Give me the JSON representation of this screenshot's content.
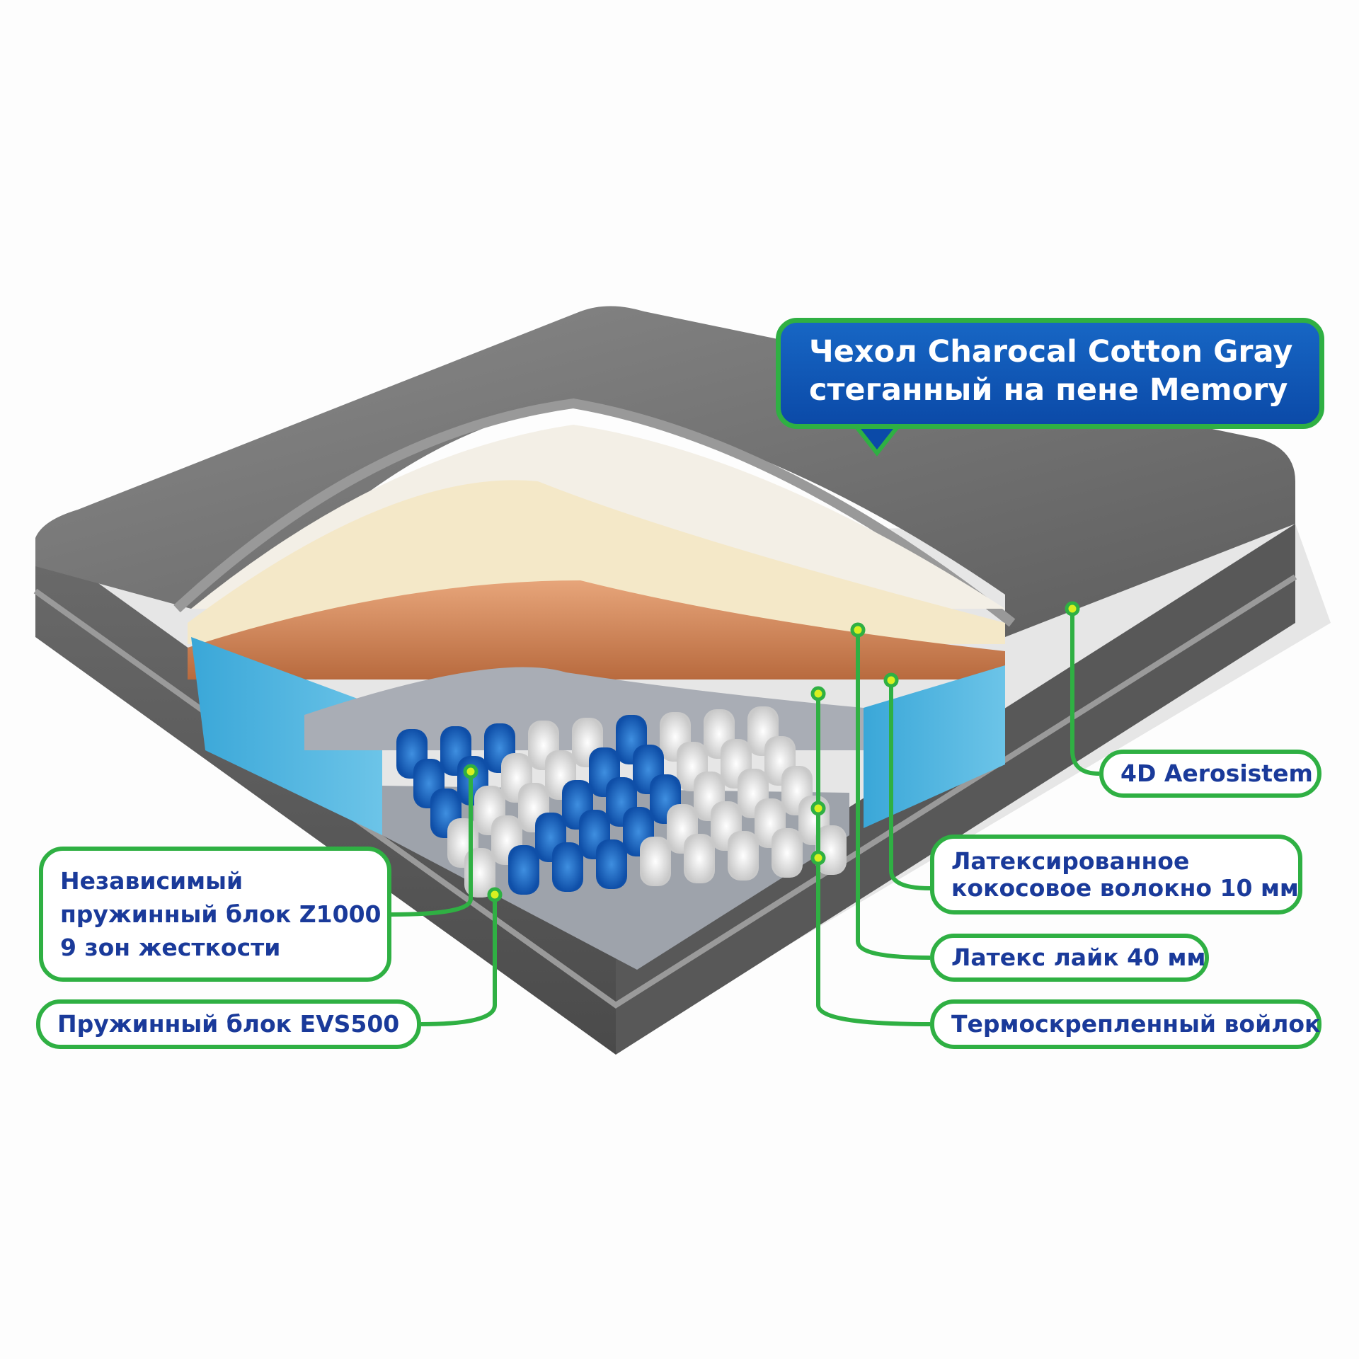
{
  "title_bubble": {
    "line1": "Чехол Charocal Cotton Gray",
    "line2": "стеганный на пене Memory"
  },
  "labels": {
    "aerosistem": "4D Aerosistem",
    "coconut": {
      "line1": "Латексированное",
      "line2": "кокосовое волокно 10 мм"
    },
    "latex": "Латекс лайк 40 мм",
    "felt": "Термоскрепленный войлок",
    "independent_block": {
      "line1": "Независимый",
      "line2": "пружинный блок Z1000",
      "line3": "9 зон жесткости"
    },
    "evs_block": "Пружинный блок EVS500"
  },
  "colors": {
    "accent_green": "#2fb043",
    "text_blue": "#1a3a9a",
    "bubble_blue": "#0f55b5",
    "dot_yellow": "#d8f020"
  }
}
